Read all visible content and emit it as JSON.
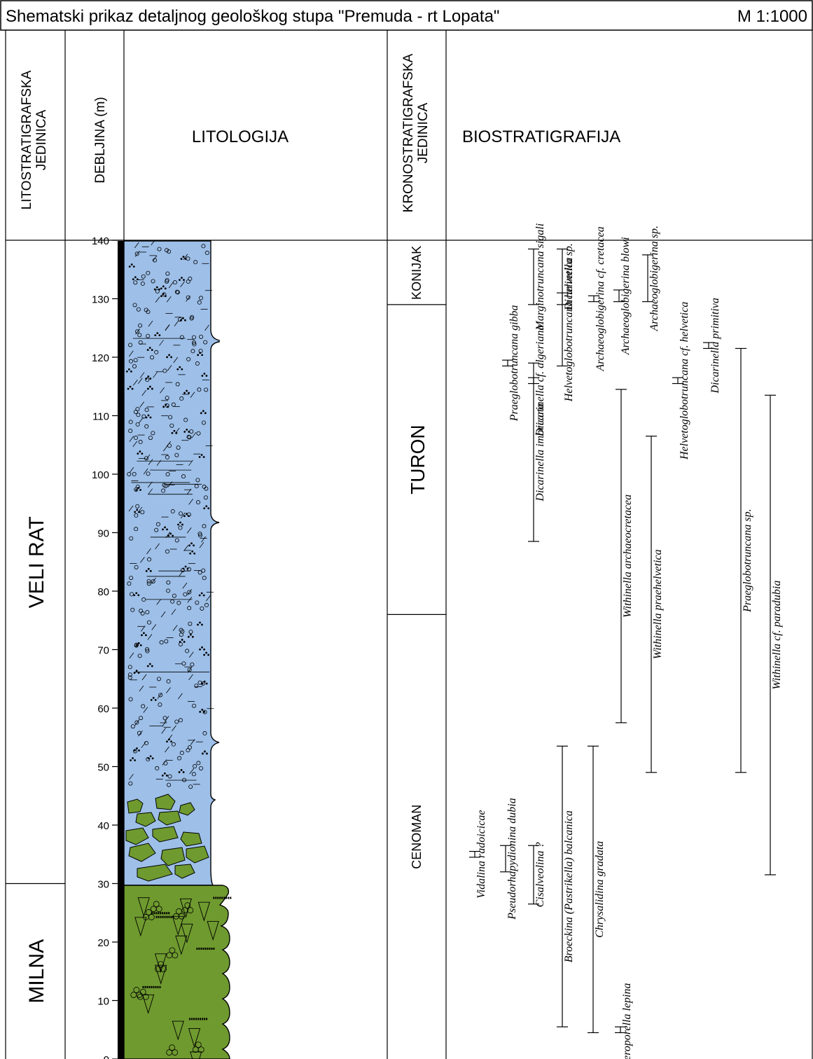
{
  "title": "Shematski prikaz detaljnog geološkog stupa \"Premuda - rt Lopata\"",
  "scale": "M 1:1000",
  "headers": {
    "lithostrat": [
      "LITOSTRATIGRAFSKA",
      "JEDINICA"
    ],
    "thickness": "DEBLJINA (m)",
    "lithology": "LITOLOGIJA",
    "chronostrat": [
      "KRONOSTRATIGRAFSKA",
      "JEDINICA"
    ],
    "biostrat": "BIOSTRATIGRAFIJA"
  },
  "depth_ticks": [
    140,
    130,
    120,
    110,
    100,
    90,
    80,
    70,
    60,
    50,
    40,
    30,
    20,
    10,
    0
  ],
  "lithostrat_units": [
    {
      "name": "VELI RAT",
      "from": 30,
      "to": 141
    },
    {
      "name": "MILNA",
      "from": -2,
      "to": 30
    }
  ],
  "chronostrat_units": [
    {
      "name": "KONIJAK",
      "from": 129,
      "to": 141
    },
    {
      "name": "TURON",
      "from": 76,
      "to": 129
    },
    {
      "name": "CENOMAN",
      "from": -2,
      "to": 76
    }
  ],
  "taxa": [
    {
      "name": "Dicarinella cf. algeriana",
      "from": 115.5,
      "to": 116.5
    },
    {
      "name": "Praeglobotruncana gibba",
      "from": 118.5,
      "to": 119.5
    },
    {
      "name": "Dicarinella imbricata",
      "from": 88.5,
      "to": 119
    },
    {
      "name": "Marginotruncana sigali",
      "from": 129,
      "to": 138.5
    },
    {
      "name": "Helvetoglobotruncana helvetica",
      "from": 118.5,
      "to": 131
    },
    {
      "name": "Dicarinella sp.",
      "from": 129,
      "to": 138.5
    },
    {
      "name": "Archaeoglobigerina cf. cretacea",
      "from": 129.5,
      "to": 130.5
    },
    {
      "name": "Archaeoglobigerina blowi",
      "from": 129.5,
      "to": 131.5
    },
    {
      "name": "Archaeoglobigerina sp.",
      "from": 129.5,
      "to": 137.5
    },
    {
      "name": "Withinella archaeocretacea",
      "from": 57.5,
      "to": 114.5
    },
    {
      "name": "Withinella praehelvetica",
      "from": 49,
      "to": 106.5
    },
    {
      "name": "Helvetoglobotruncana cf. helvetica",
      "from": 115.5,
      "to": 116.5
    },
    {
      "name": "Dicarinella primitiva",
      "from": 121.5,
      "to": 122.5
    },
    {
      "name": "Praeglobotruncana sp.",
      "from": 49,
      "to": 121.5
    },
    {
      "name": "Withinella cf. paradubia",
      "from": 31.5,
      "to": 113.5
    },
    {
      "name": "Vidalina radoicicae",
      "from": 34.5,
      "to": 35.5
    },
    {
      "name": "Pseudorhapydionina dubia",
      "from": 32,
      "to": 36.5
    },
    {
      "name": "Cisalveolina ?",
      "from": 26.5,
      "to": 36.5
    },
    {
      "name": "Broeckina (Pastrikella) balcanica",
      "from": 5.5,
      "to": 53.5
    },
    {
      "name": "Chrysalidina gradata",
      "from": 4.5,
      "to": 53.5
    },
    {
      "name": "Heteroporella lepina",
      "from": 4.5,
      "to": 5.5
    }
  ]
}
